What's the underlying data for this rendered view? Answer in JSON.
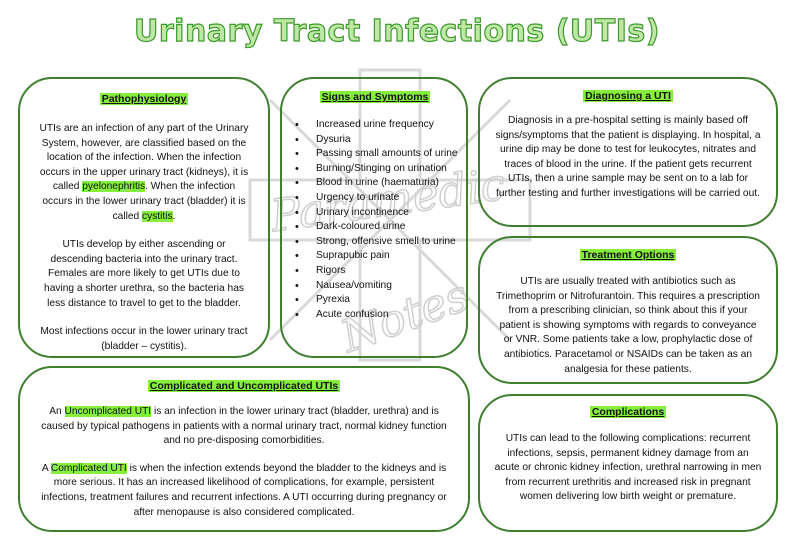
{
  "title": "Urinary Tract Infections (UTIs)",
  "watermark": {
    "line1": "Paramedic",
    "line2": "Notes"
  },
  "pathophysiology": {
    "heading": "Pathophysiology",
    "p1_a": "UTIs are an infection of any part of the Urinary System, however, are classified based on the location of the infection. When the infection occurs in the upper urinary tract (kidneys), it is called ",
    "p1_hl1": "pyelonephritis",
    "p1_b": ". When the infection occurs in the lower urinary tract (bladder) it is called ",
    "p1_hl2": "cystitis",
    "p1_c": ".",
    "p2": "UTIs develop by either ascending or descending bacteria into the urinary tract. Females are more likely to get UTIs due to having a shorter urethra, so the bacteria has less distance to travel to get to the bladder.",
    "p3": "Most infections occur in the lower urinary tract (bladder – cystitis)."
  },
  "signs": {
    "heading": "Signs and Symptoms",
    "items": [
      "Increased urine frequency",
      "Dysuria",
      "Passing small amounts of urine",
      "Burning/Stinging on urination",
      "Blood in urine (haematuria)",
      "Urgency to urinate",
      "Urinary incontinence",
      "Dark-coloured urine",
      "Strong, offensive smell to urine",
      "Suprapubic pain",
      "Rigors",
      "Nausea/vomiting",
      "Pyrexia",
      "Acute confusion"
    ]
  },
  "diagnosing": {
    "heading": "Diagnosing a UTI",
    "text": "Diagnosis in a pre-hospital setting is mainly based off signs/symptoms that the patient is displaying. In hospital, a urine dip may be done to test for leukocytes, nitrates and traces of blood in the urine. If the patient gets recurrent UTIs, then a urine sample may be sent on to a lab for further testing and further investigations will be carried out."
  },
  "treatment": {
    "heading": "Treatment Options",
    "text": "UTIs are usually treated with antibiotics such as Trimethoprim or Nitrofurantoin. This requires a prescription from a prescribing clinician, so think about this if your patient is showing symptoms with regards to conveyance or VNR. Some patients take a low, prophylactic dose of antibiotics. Paracetamol or NSAIDs can be taken as an analgesia for these patients."
  },
  "complicated": {
    "heading": "Complicated and Uncomplicated UTIs",
    "p1_pre": "An ",
    "p1_hl": "Uncomplicated UTI",
    "p1_post": " is an infection in the lower urinary tract (bladder, urethra) and is caused by typical pathogens in patients with a normal urinary tract, normal kidney function and no pre-disposing comorbidities.",
    "p2_pre": "A ",
    "p2_hl": "Complicated UTI",
    "p2_post": " is when the infection extends beyond the bladder to the kidneys and is more serious. It has an increased likelihood of complications, for example, persistent infections, treatment failures and recurrent infections. A UTI occurring during pregnancy or after menopause is also considered complicated."
  },
  "complications": {
    "heading": "Complications",
    "text": "UTIs can lead to the following complications: recurrent infections, sepsis, permanent kidney damage from an acute or chronic kidney infection, urethral narrowing in men from recurrent urethritis and increased risk in pregnant women delivering low birth weight or premature."
  },
  "colors": {
    "accent": "#86ef3c",
    "border": "#3f7f2f",
    "title_fill": "#bfe8a6",
    "title_stroke": "#3e9a2c"
  }
}
